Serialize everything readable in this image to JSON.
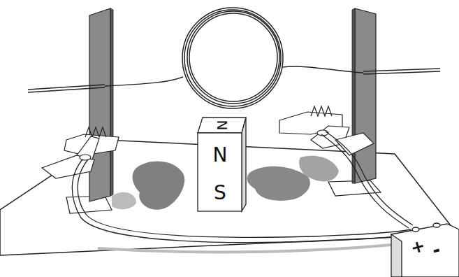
{
  "diagram": {
    "labels": [
      "N",
      "N",
      "S",
      "+",
      "-"
    ]
  }
}
